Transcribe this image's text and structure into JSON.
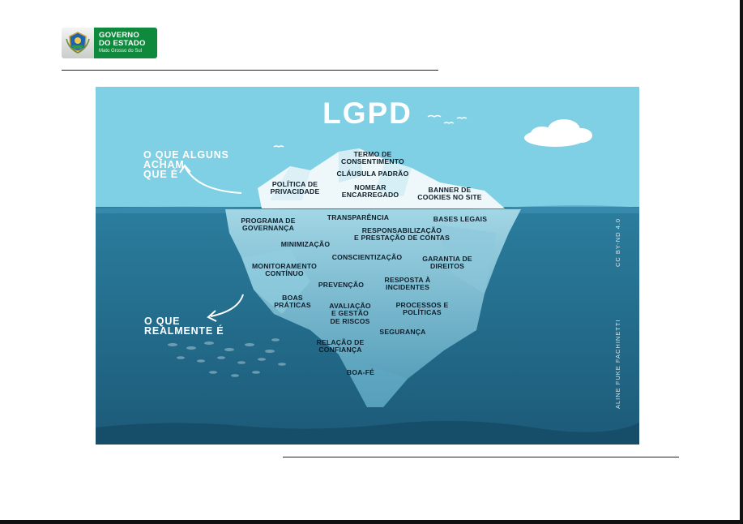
{
  "logo": {
    "line1": "GOVERNO",
    "line2": "DO ESTADO",
    "line3": "Mato Grosso do Sul",
    "brand_color": "#0f8a3c"
  },
  "infographic": {
    "title": "LGPD",
    "above_label": [
      "O QUE ALGUNS",
      "ACHAM",
      "QUE É"
    ],
    "below_label": [
      "O QUE",
      "REALMENTE É"
    ],
    "above_items": [
      [
        "TERMO DE",
        "CONSENTIMENTO"
      ],
      [
        "CLÁUSULA PADRÃO"
      ],
      [
        "POLÍTICA DE",
        "PRIVACIDADE"
      ],
      [
        "NOMEAR",
        "ENCARREGADO"
      ],
      [
        "BANNER DE",
        "COOKIES NO SITE"
      ]
    ],
    "below_items": [
      [
        "TRANSPARÊNCIA"
      ],
      [
        "BASES LEGAIS"
      ],
      [
        "PROGRAMA DE",
        "GOVERNANÇA"
      ],
      [
        "RESPONSABILIZAÇÃO",
        "E PRESTAÇÃO DE CONTAS"
      ],
      [
        "MINIMIZAÇÃO"
      ],
      [
        "CONSCIENTIZAÇÃO"
      ],
      [
        "GARANTIA DE",
        "DIREITOS"
      ],
      [
        "MONITORAMENTO",
        "CONTÍNUO"
      ],
      [
        "PREVENÇÃO"
      ],
      [
        "RESPOSTA À",
        "INCIDENTES"
      ],
      [
        "BOAS",
        "PRÁTICAS"
      ],
      [
        "AVALIAÇÃO",
        "E GESTÃO",
        "DE RISCOS"
      ],
      [
        "PROCESSOS E",
        "POLÍTICAS"
      ],
      [
        "SEGURANÇA"
      ],
      [
        "RELAÇÃO DE",
        "CONFIANÇA"
      ],
      [
        "BOA-FÉ"
      ]
    ],
    "license": "CC BY-ND 4.0",
    "author": "ALINE FUKE FACHINETTI",
    "colors": {
      "sky": "#7ecfe3",
      "sea": "#2a7a9b",
      "deep_sea": "#1f5f7d",
      "iceberg_top": "#e9f6fa",
      "iceberg_under": "#7cc2d8"
    }
  }
}
